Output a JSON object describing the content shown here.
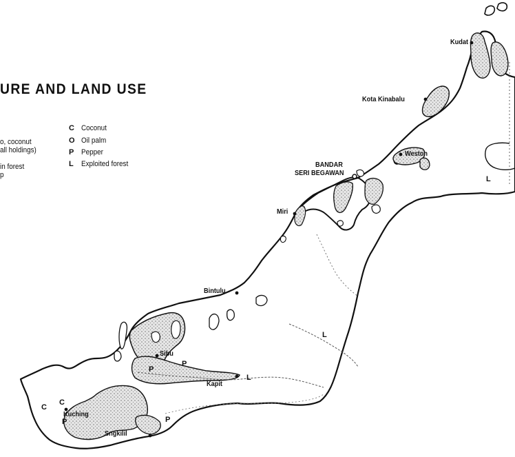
{
  "title": "URE AND LAND USE",
  "legend_left": {
    "line1": "o, coconut",
    "line2": "all holdings)",
    "line3": "in forest",
    "line4": "p"
  },
  "legend_right": [
    {
      "code": "C",
      "label": "Coconut"
    },
    {
      "code": "O",
      "label": "Oil palm"
    },
    {
      "code": "P",
      "label": "Pepper"
    },
    {
      "code": "L",
      "label": "Exploited forest"
    }
  ],
  "cities": {
    "kudat": "Kudat",
    "kota_kinabalu": "Kota Kinabalu",
    "weston": "Weston",
    "bandar_1": "BANDAR",
    "bandar_2": "SERI BEGAWAN",
    "miri": "Miri",
    "bintulu": "Bintulu",
    "sibu": "Sibu",
    "kapit": "Kapit",
    "kuching": "Kuching",
    "serian": "Sngkilil"
  },
  "symbols": {
    "c_kuching_west": "C",
    "c_kuching": "C",
    "p_kuching": "P",
    "p_sibu_1": "P",
    "p_sibu_2": "P",
    "p_south": "P",
    "l_kapit": "L",
    "l_interior": "L",
    "l_sabah": "L"
  },
  "colors": {
    "ink": "#111111",
    "stipple": "#b5b5b5"
  }
}
